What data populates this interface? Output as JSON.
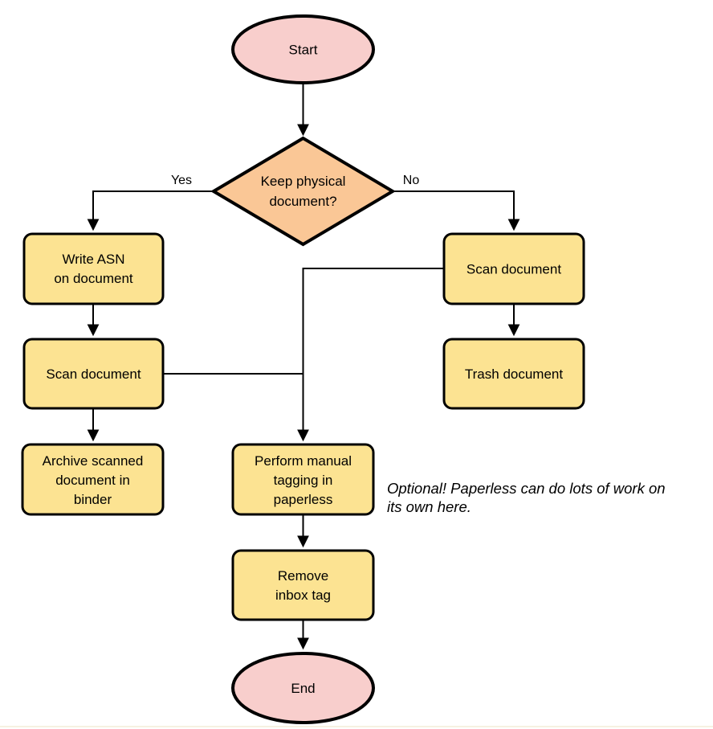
{
  "colors": {
    "terminal_fill": "#F8CECC",
    "decision_fill": "#FAC796",
    "process_fill": "#FCE392",
    "stroke": "#000000",
    "text": "#000000",
    "page_bottom_edge": "#F5F0DE"
  },
  "nodes": {
    "start": {
      "type": "terminal",
      "lines": [
        "Start"
      ]
    },
    "keep_physical": {
      "type": "decision",
      "lines": [
        "Keep physical",
        "document?"
      ]
    },
    "write_asn": {
      "type": "process",
      "lines": [
        "Write ASN",
        "on document"
      ]
    },
    "scan_left": {
      "type": "process",
      "lines": [
        "Scan document"
      ]
    },
    "archive": {
      "type": "process",
      "lines": [
        "Archive scanned",
        "document in",
        "binder"
      ]
    },
    "scan_right": {
      "type": "process",
      "lines": [
        "Scan document"
      ]
    },
    "trash": {
      "type": "process",
      "lines": [
        "Trash document"
      ]
    },
    "tagging": {
      "type": "process",
      "lines": [
        "Perform manual",
        "tagging in",
        "paperless"
      ]
    },
    "remove_inbox": {
      "type": "process",
      "lines": [
        "Remove",
        "inbox tag"
      ]
    },
    "end": {
      "type": "terminal",
      "lines": [
        "End"
      ]
    }
  },
  "edge_labels": {
    "yes": "Yes",
    "no": "No"
  },
  "annotation": {
    "lines": [
      "Optional! Paperless can do lots of work on",
      "its own here."
    ]
  }
}
